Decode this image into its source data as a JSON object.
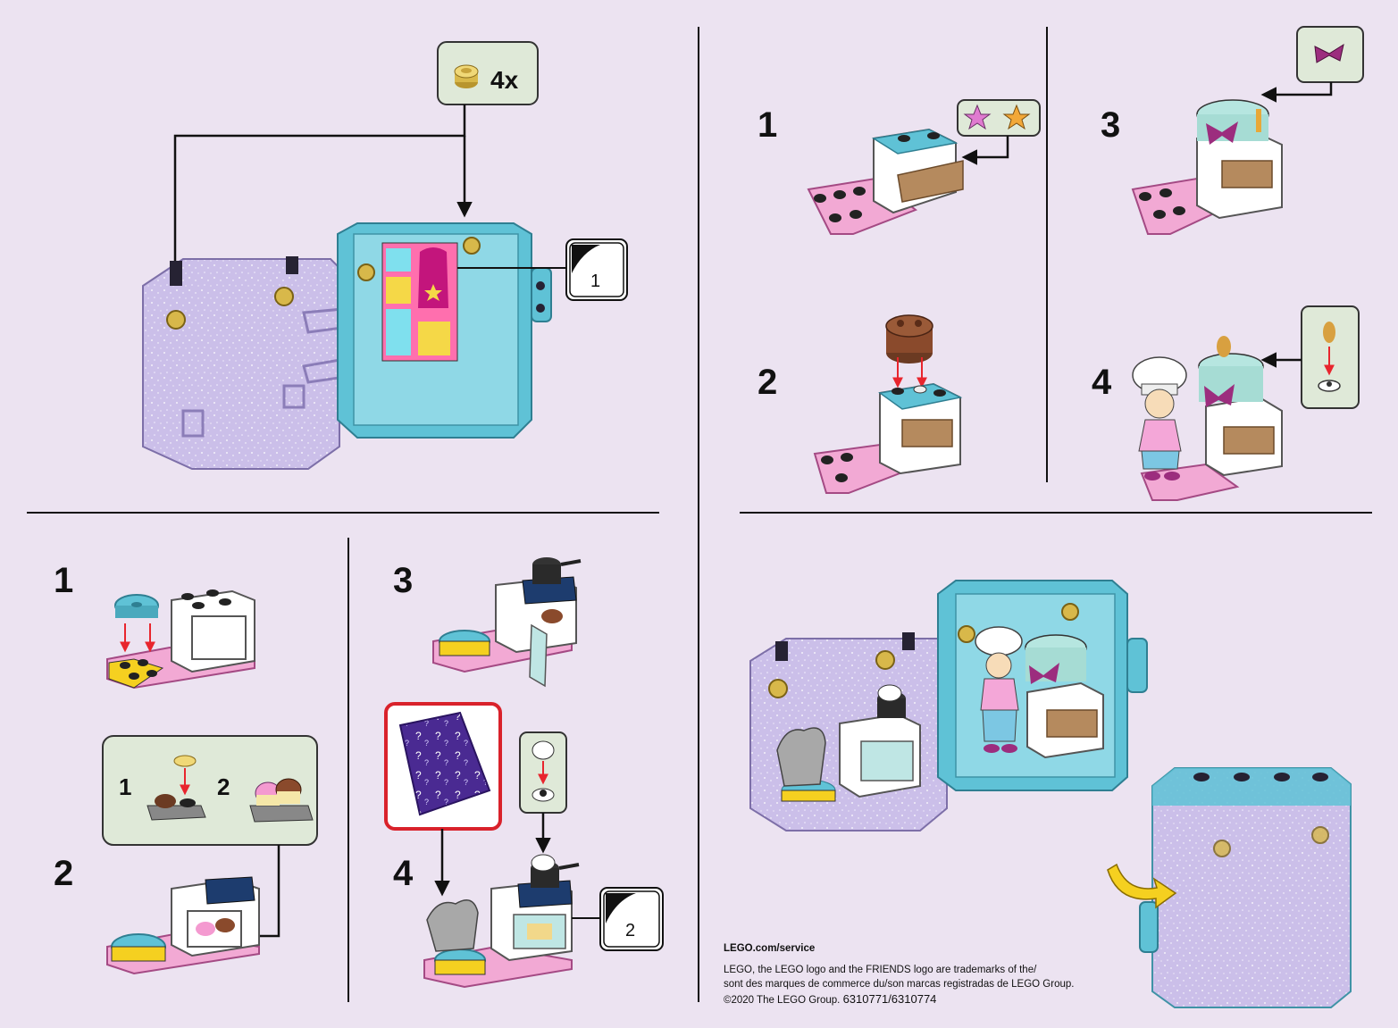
{
  "accent_colors": {
    "background": "#ece3f1",
    "callout_fill": "#dfe9d8",
    "callout_stroke": "#333333",
    "cube_teal": "#5fc2d6",
    "cube_purple": "#c9bce8",
    "brick_pink": "#f2a9d4",
    "stud_gold": "#d8b84a",
    "arrow_red": "#e8252d",
    "highlight_red": "#d9222b"
  },
  "panel_a": {
    "callout_count": "4x",
    "page_ref": "1"
  },
  "panel_b": {
    "steps": [
      "1",
      "2",
      "3",
      "4"
    ]
  },
  "panel_c": {
    "steps": [
      "1",
      "2"
    ],
    "sub_steps": [
      "1",
      "2"
    ]
  },
  "panel_d": {
    "steps": [
      "3",
      "4"
    ],
    "page_ref": "2"
  },
  "footer": {
    "service": "LEGO.com/service",
    "line1": "LEGO, the LEGO logo and the FRIENDS logo are trademarks of the/",
    "line2": "sont des marques de commerce du/son marcas registradas de LEGO Group.",
    "line3_prefix": "©2020 The LEGO Group.",
    "line3_codes": "6310771/6310774"
  }
}
